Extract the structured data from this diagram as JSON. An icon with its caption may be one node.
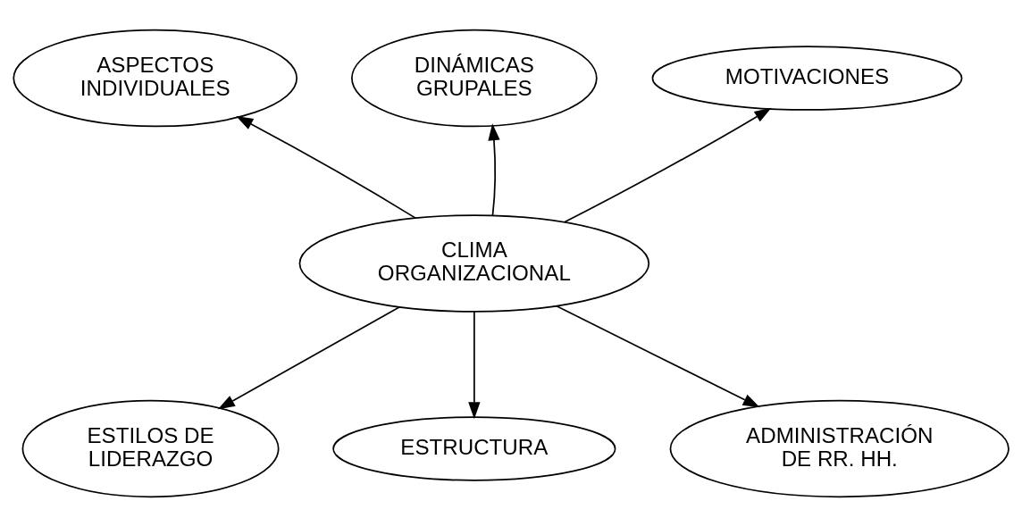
{
  "diagram": {
    "nodes": [
      {
        "text": [
          "ASPECTOS INDIVIDUALES"
        ]
      },
      {
        "text": [
          "DINÁMICAS GRUPALES"
        ]
      },
      {
        "text": [
          "MOTIVACIONES"
        ]
      },
      {
        "text": [
          "CLIMA ORGANIZACIONAL"
        ]
      },
      {
        "text": [
          "ESTILOS DE LIDERAZGO"
        ]
      },
      {
        "text": [
          "ESTRUCTURA"
        ]
      },
      {
        "text": [
          "ADMINISTRACIÓN DE RR. HH."
        ]
      }
    ],
    "edges": [
      {
        "from": 3,
        "to": 0,
        "arrow": "to"
      },
      {
        "from": 3,
        "to": 1,
        "arrow": "to"
      },
      {
        "from": 3,
        "to": 2,
        "arrow": "to"
      },
      {
        "from": 3,
        "to": 4,
        "arrow": "to"
      },
      {
        "from": 3,
        "to": 5,
        "arrow": "to"
      },
      {
        "from": 3,
        "to": 6,
        "arrow": "to"
      }
    ]
  }
}
